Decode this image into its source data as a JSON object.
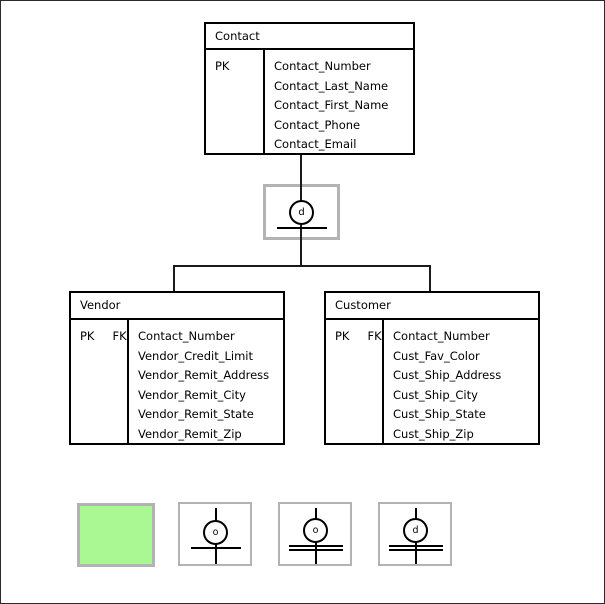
{
  "diagram": {
    "type": "entity-relationship-diagram",
    "notation": "specialization-hierarchy",
    "background_color": "#ffffff",
    "line_color": "#1a1a1a",
    "selection_color": "#b3b3b3"
  },
  "entities": {
    "contact": {
      "name": "Contact",
      "key_labels": [
        "PK"
      ],
      "attributes": [
        "Contact_Number",
        "Contact_Last_Name",
        "Contact_First_Name",
        "Contact_Phone",
        "Contact_Email"
      ]
    },
    "vendor": {
      "name": "Vendor",
      "key_labels": [
        "PK",
        "FK"
      ],
      "attributes": [
        "Contact_Number",
        "Vendor_Credit_Limit",
        "Vendor_Remit_Address",
        "Vendor_Remit_City",
        "Vendor_Remit_State",
        "Vendor_Remit_Zip"
      ]
    },
    "customer": {
      "name": "Customer",
      "key_labels": [
        "PK",
        "FK"
      ],
      "attributes": [
        "Contact_Number",
        "Cust_Fav_Color",
        "Cust_Ship_Address",
        "Cust_Ship_City",
        "Cust_Ship_State",
        "Cust_Ship_Zip"
      ]
    }
  },
  "specialization": {
    "symbol_letter": "d",
    "meaning": "disjoint",
    "participation": "partial",
    "selected": true,
    "parent": "Contact",
    "children": [
      "Vendor",
      "Customer"
    ]
  },
  "legend": {
    "items": [
      {
        "kind": "swatch",
        "name": "selection-swatch",
        "fill_color": "#aaf894",
        "border_color": "#b3b3b3",
        "letter": ""
      },
      {
        "kind": "symbol",
        "name": "overlapping-partial",
        "letter": "o",
        "bars": 1,
        "stem_through": true
      },
      {
        "kind": "symbol",
        "name": "overlapping-total",
        "letter": "o",
        "bars": 2,
        "stem_through": true
      },
      {
        "kind": "symbol",
        "name": "disjoint-total",
        "letter": "d",
        "bars": 2,
        "stem_through": true
      }
    ]
  }
}
